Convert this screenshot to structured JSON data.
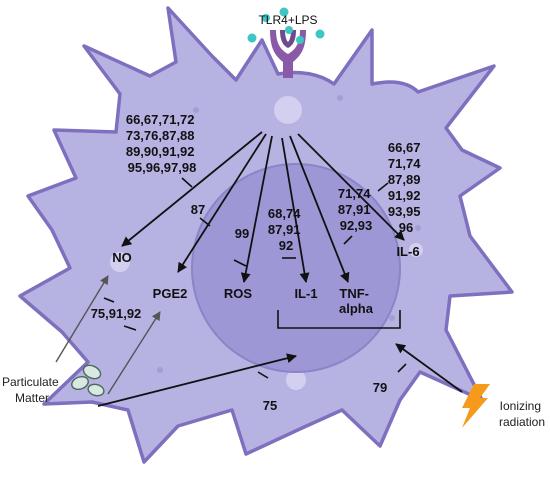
{
  "receptor": {
    "label": "TLR4+LPS"
  },
  "mediators": {
    "no": "NO",
    "pge2": "PGE2",
    "ros": "ROS",
    "il1": "IL-1",
    "tnf_line1": "TNF-",
    "tnf_line2": "alpha",
    "il6": "IL-6"
  },
  "references": {
    "no_block": [
      "66,67,71,72",
      "73,76,87,88",
      "89,90,91,92",
      "95,96,97,98"
    ],
    "pge2": "87",
    "ros": "99",
    "il1": [
      "68,74",
      "87,91",
      "92"
    ],
    "tnf": [
      "71,74",
      "87,91",
      "92,93"
    ],
    "il6": [
      "66,67",
      "71,74",
      "87,89",
      "91,92",
      "93,95",
      "96"
    ],
    "particulate": "75,91,92",
    "nucleus_particulate": "75",
    "radiation": "79"
  },
  "stimuli": {
    "particulate_line1": "Particulate",
    "particulate_line2": "Matter",
    "radiation_line1": "Ionizing",
    "radiation_line2": "radiation"
  },
  "colors": {
    "cell_fill": "#b6b3e3",
    "cell_border": "#7f6fbf",
    "nucleus_fill": "#9d97d6",
    "nucleus_border": "#8a84c8",
    "receptor": "#8a5aa8",
    "lps_dot": "#3ec6c4",
    "particle": "#d9e8e0",
    "lightning": "#f59a1a",
    "arrow": "#111111"
  },
  "icons": [
    "receptor-icon",
    "lps-molecule-icon",
    "particle-icon",
    "lightning-icon"
  ]
}
